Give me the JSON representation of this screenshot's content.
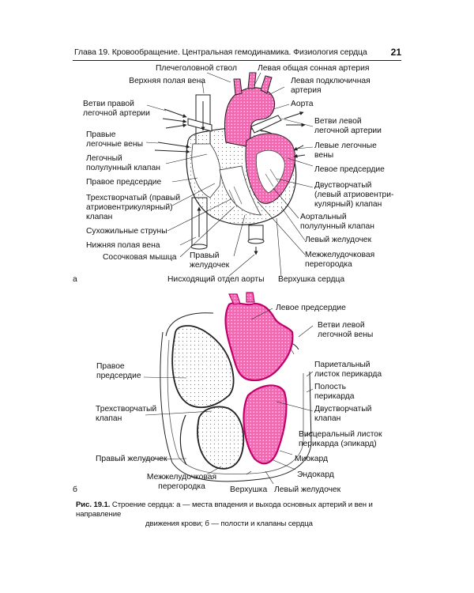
{
  "header": {
    "chapter_title": "Глава 19. Кровообращение. Центральная гемодинамика. Физиология сердца",
    "page_number": "21"
  },
  "diagram_a": {
    "panel_letter": "а",
    "labels": {
      "brachiocephalic": "Плечеголовной ствол",
      "left_carotid": "Левая общая сонная артерия",
      "superior_vena_cava": "Верхняя полая вена",
      "left_subclavian": "Левая подключичная\nартерия",
      "right_pulmonary_branches": "Ветви правой\nлегочной артерии",
      "aorta": "Аорта",
      "left_pulmonary_branches": "Ветви левой\nлегочной артерии",
      "right_pulmonary_veins": "Правые\nлегочные вены",
      "left_pulmonary_veins": "Левые легочные\nвены",
      "pulmonary_valve": "Легочный\nполулунный клапан",
      "left_atrium": "Левое предсердие",
      "right_atrium": "Правое предсердие",
      "mitral_valve": "Двустворчатый\n(левый атриовентри-\nкулярный) клапан",
      "tricuspid_valve": "Трехстворчатый (правый\nатриовентрикулярный)\nклапан",
      "aortic_valve": "Аортальный\nполулунный клапан",
      "chordae": "Сухожильные струны",
      "left_ventricle": "Левый желудочек",
      "inferior_vena_cava": "Нижняя полая вена",
      "septum": "Межжелудочковая\nперегородка",
      "papillary_muscle": "Сосочковая мышца",
      "right_ventricle": "Правый\nжелудочек",
      "descending_aorta": "Нисходящий отдел аорты",
      "apex": "Верхушка сердца"
    }
  },
  "diagram_b": {
    "panel_letter": "б",
    "labels": {
      "left_atrium": "Левое предсердие",
      "left_pulmonary_veins": "Ветви левой\nлегочной вены",
      "right_atrium": "Правое\nпредсердие",
      "parietal_pericardium": "Париетальный\nлисток перикарда",
      "pericardial_cavity": "Полость\nперикарда",
      "tricuspid_valve": "Трехстворчатый\nклапан",
      "mitral_valve": "Двустворчатый\nклапан",
      "visceral_pericardium": "Висцеральный листок\nперикарда (эпикард)",
      "right_ventricle": "Правый желудочек",
      "myocardium": "Миокард",
      "endocardium": "Эндокард",
      "septum": "Межжелудочковая\nперегородка",
      "apex": "Верхушка",
      "left_ventricle": "Левый желудочек"
    }
  },
  "caption": {
    "figure_number": "Рис. 19.1.",
    "line1": "Строение сердца: а — места впадения и выхода основных артерий и вен и направление",
    "line2": "движения крови; б — полости и клапаны сердца"
  },
  "colors": {
    "accent": "#e6007e",
    "ink": "#111111"
  }
}
